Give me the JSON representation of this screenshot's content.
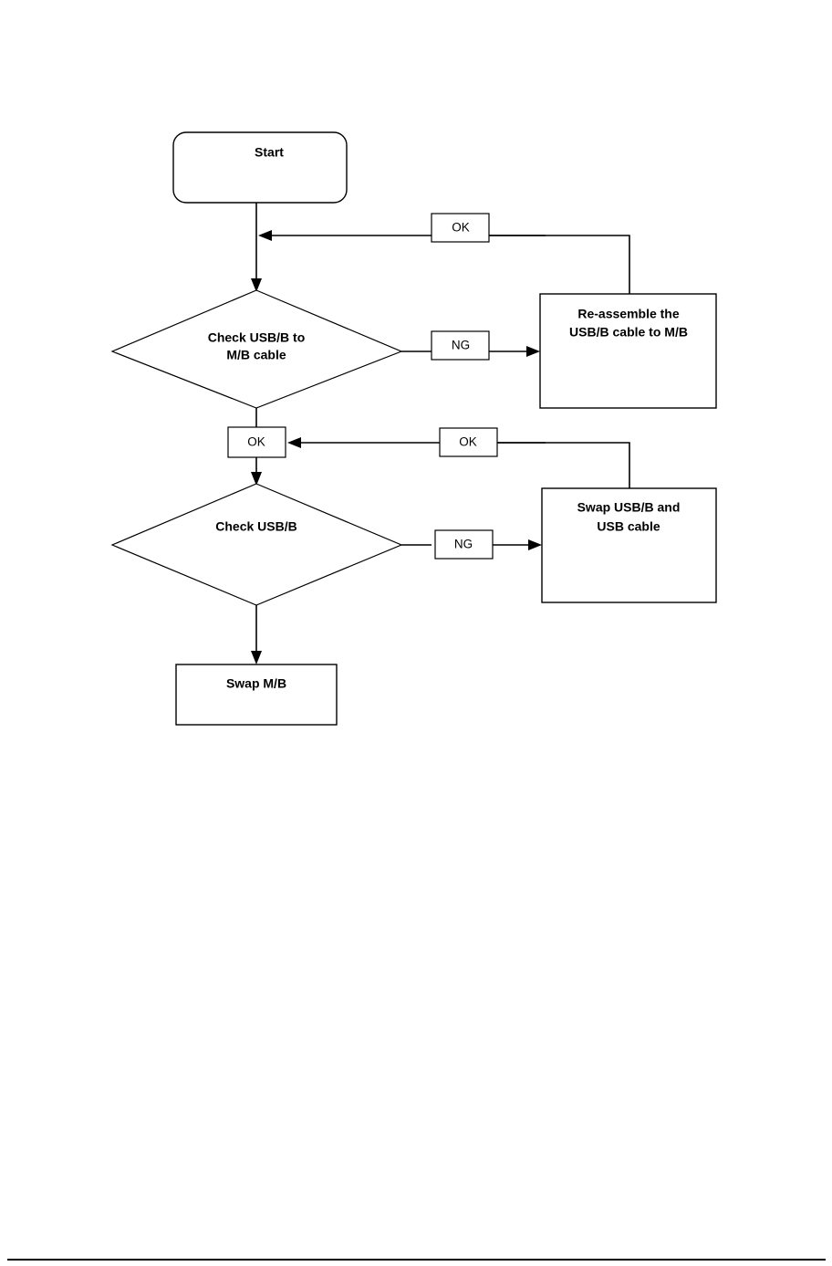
{
  "document": {
    "title": "USB/B Troubleshooting Flowchart",
    "page_background": "#ffffff",
    "line_color": "#000000"
  },
  "chart_data": {
    "type": "diagram",
    "diagram_type": "flowchart",
    "title": "USB/B troubleshooting flowchart",
    "orientation": "top-to-bottom with right-hand feedback loops",
    "nodes": [
      {
        "id": "start",
        "shape": "rounded-rectangle",
        "text": "Start"
      },
      {
        "id": "check-cable",
        "shape": "diamond",
        "text": "Check USB/B to M/B cable",
        "lines": [
          "Check USB/B to",
          "M/B cable"
        ]
      },
      {
        "id": "reassemble",
        "shape": "rectangle",
        "text": "Re-assemble the USB/B cable to M/B",
        "lines": [
          "Re-assemble the",
          "USB/B cable to M/B"
        ]
      },
      {
        "id": "check-usbb",
        "shape": "diamond",
        "text": "Check USB/B",
        "lines": [
          "Check USB/B"
        ]
      },
      {
        "id": "swap-usbb",
        "shape": "rectangle",
        "text": "Swap USB/B and USB cable",
        "lines": [
          "Swap USB/B and",
          "USB cable"
        ]
      },
      {
        "id": "swap-mb",
        "shape": "rectangle",
        "text": "Swap M/B",
        "lines": [
          "Swap M/B"
        ]
      }
    ],
    "edge_labels": [
      {
        "id": "ok-top",
        "text": "OK"
      },
      {
        "id": "ng-upper",
        "text": "NG"
      },
      {
        "id": "ok-middle",
        "text": "OK"
      },
      {
        "id": "ok-right",
        "text": "OK"
      },
      {
        "id": "ng-lower",
        "text": "NG"
      }
    ],
    "edges": [
      {
        "from": "start",
        "to": "check-cable",
        "label": ""
      },
      {
        "from": "check-cable",
        "to": "reassemble",
        "label": "NG"
      },
      {
        "from": "reassemble",
        "to": "check-cable",
        "label": "OK"
      },
      {
        "from": "check-cable",
        "to": "check-usbb",
        "label": "OK"
      },
      {
        "from": "check-usbb",
        "to": "swap-usbb",
        "label": "NG"
      },
      {
        "from": "swap-usbb",
        "to": "check-usbb",
        "label": "OK"
      },
      {
        "from": "check-usbb",
        "to": "swap-mb",
        "label": ""
      }
    ]
  },
  "nodes": {
    "start": {
      "label": "Start"
    },
    "check_cable": {
      "line1": "Check USB/B to",
      "line2": "M/B cable"
    },
    "reassemble": {
      "line1": "Re-assemble the",
      "line2": "USB/B cable to M/B"
    },
    "check_usbb": {
      "line1": "Check USB/B"
    },
    "swap_usbb": {
      "line1": "Swap USB/B and",
      "line2": "USB cable"
    },
    "swap_mb": {
      "label": "Swap M/B"
    }
  },
  "labels": {
    "ok_top": "OK",
    "ng_upper": "NG",
    "ok_middle": "OK",
    "ok_right": "OK",
    "ng_lower": "NG"
  }
}
